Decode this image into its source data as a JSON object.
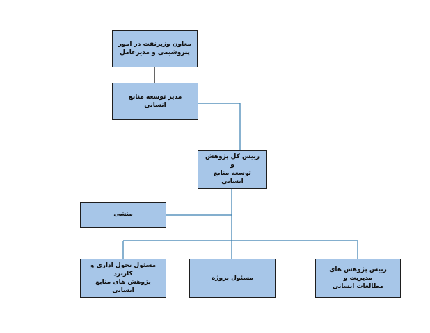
{
  "colors": {
    "box_fill": "#a7c6e8",
    "box_border": "#1e1e1e",
    "line_black": "#000000",
    "line_blue": "#3a7fb0"
  },
  "nodes": {
    "deputy": "معاون وزیرنفت در امور\nپتروشیمی و مدیرعامل",
    "hr_manager": "مدیر توسعه منابع انسانی",
    "research_head": "رییس کل پژوهش و\nتوسعه منابع انسانی",
    "secretary": "منشی",
    "admin_transformation": "مسئول تحول اداری  و کاربرد\nپژوهش های منابع انسانی",
    "project_officer": "مسئول پروژه",
    "management_research": "رییس پژوهش های مدیریت  و\nمطالعات انسانی"
  }
}
